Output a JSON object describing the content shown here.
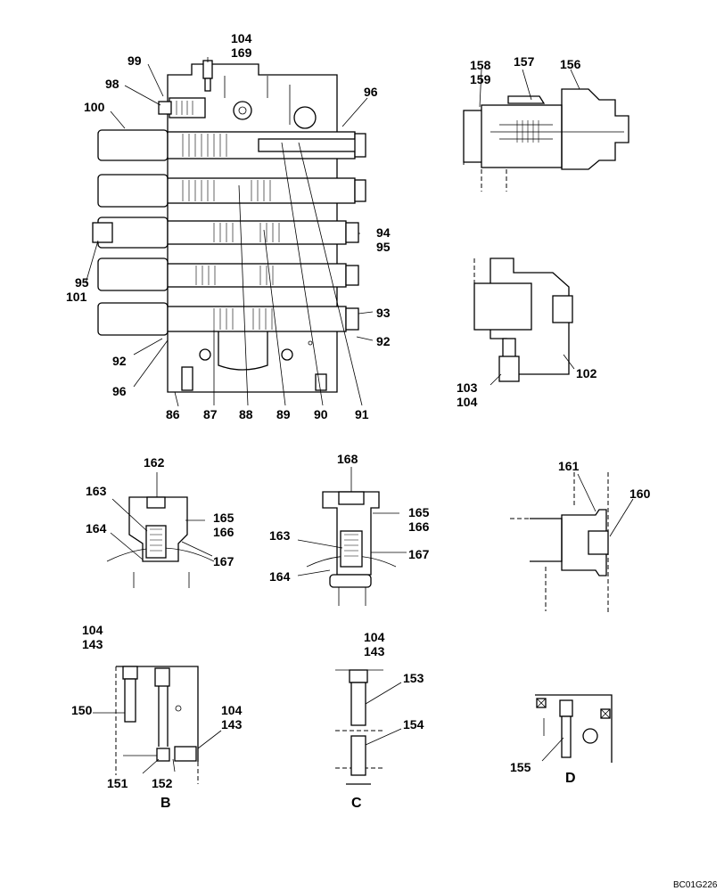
{
  "figure_ref": "BC01G226",
  "main_valve": {
    "labels_top": [
      "104",
      "169",
      "99",
      "98",
      "100",
      "96"
    ],
    "labels_right": [
      "94",
      "95",
      "93",
      "92"
    ],
    "labels_left": [
      "95",
      "101",
      "92",
      "96"
    ],
    "labels_bottom": [
      "86",
      "87",
      "88",
      "89",
      "90",
      "91"
    ]
  },
  "top_right_detail": {
    "labels": [
      "158",
      "159",
      "157",
      "156"
    ]
  },
  "mid_right_detail": {
    "labels": [
      "102",
      "103",
      "104"
    ]
  },
  "relief_valve_1": {
    "labels": [
      "162",
      "163",
      "164",
      "165",
      "166",
      "167"
    ]
  },
  "relief_valve_2": {
    "labels": [
      "168",
      "165",
      "166",
      "163",
      "167",
      "164"
    ]
  },
  "plug_detail": {
    "labels": [
      "161",
      "160"
    ]
  },
  "view_b": {
    "view_label": "B",
    "labels": [
      "104",
      "143",
      "150",
      "104",
      "143",
      "151",
      "152"
    ]
  },
  "view_c": {
    "view_label": "C",
    "labels": [
      "104",
      "143",
      "153",
      "154"
    ]
  },
  "view_d": {
    "view_label": "D",
    "labels": [
      "155"
    ]
  }
}
